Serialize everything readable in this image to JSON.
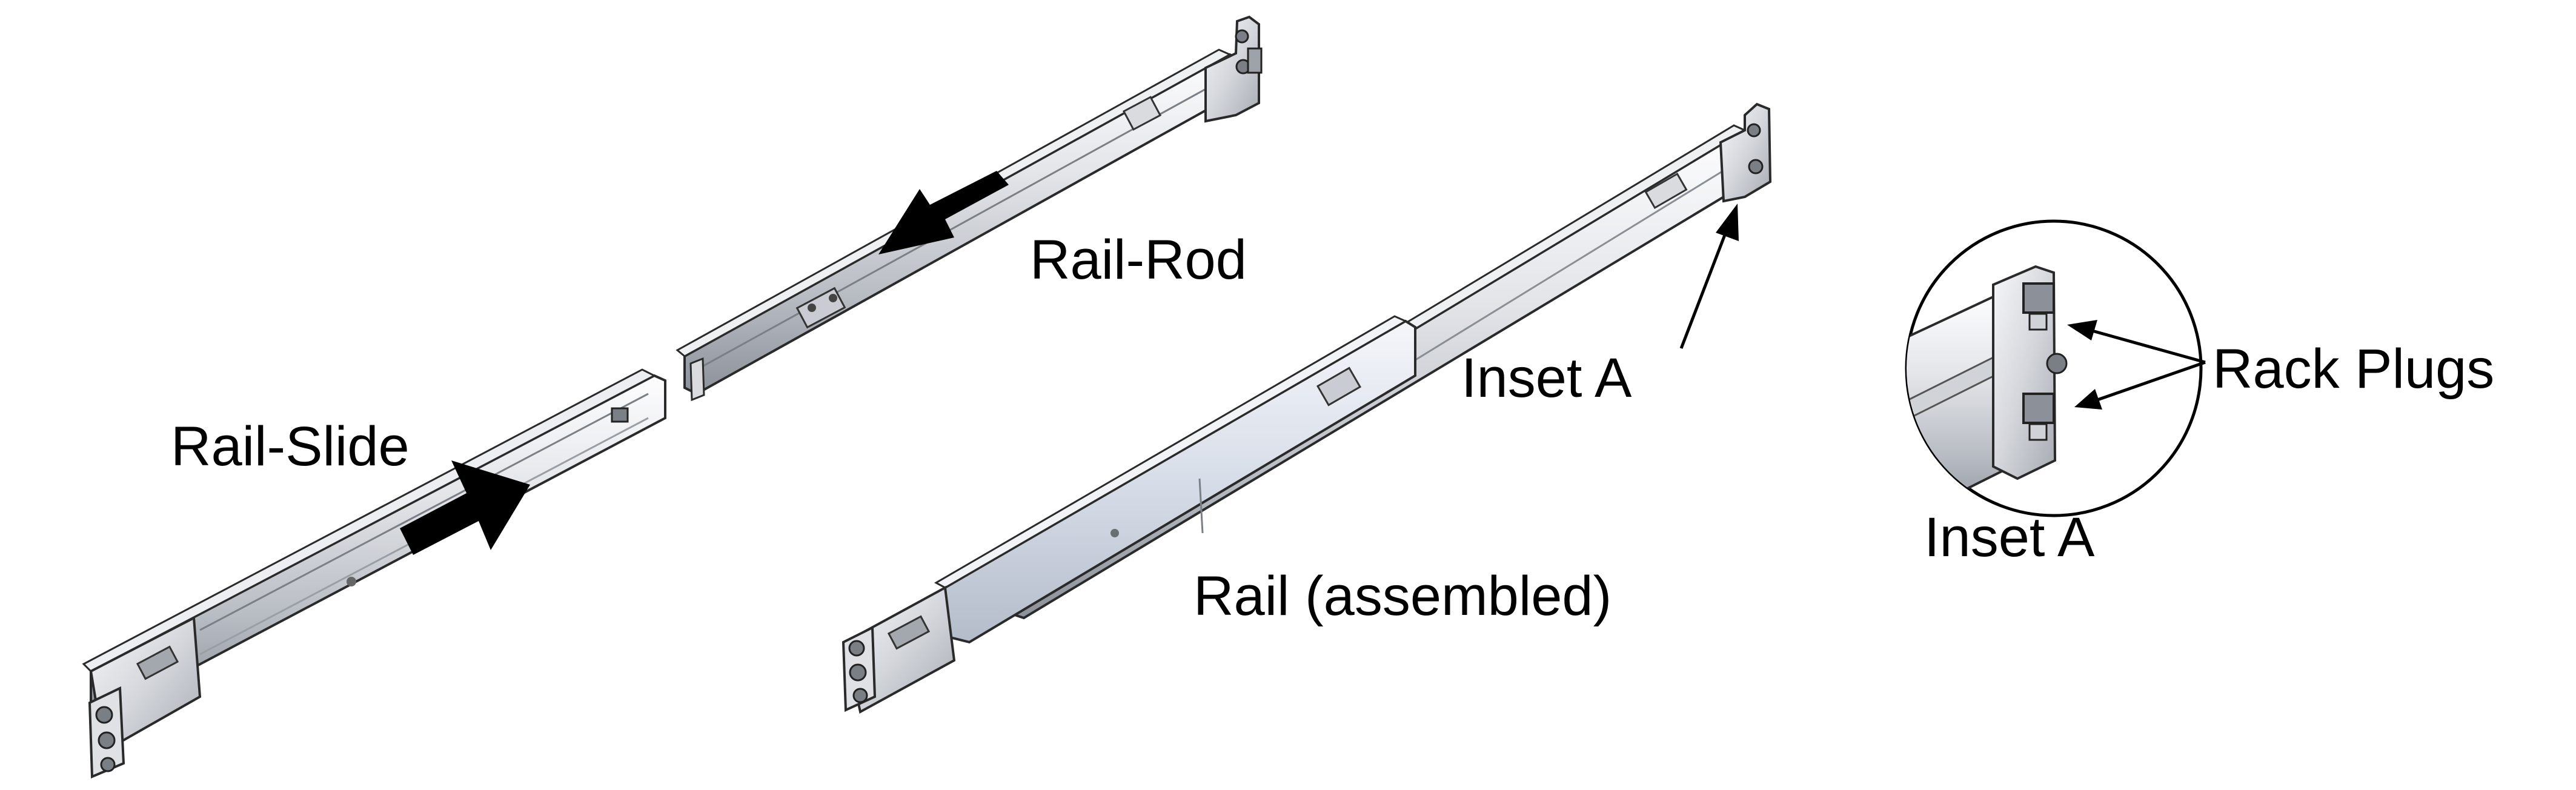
{
  "labels": {
    "rail_rod": "Rail-Rod",
    "rail_slide": "Rail-Slide",
    "rail_assembled": "Rail (assembled)",
    "inset_a_pointer": "Inset A",
    "rack_plugs": "Rack Plugs",
    "inset_a_caption": "Inset A"
  },
  "colors": {
    "metal_light": "#f4f5f7",
    "metal_mid": "#c9ccd2",
    "metal_dark": "#6b6f76",
    "outline": "#2a2a2a",
    "arrow_fill": "#000000"
  },
  "icons": {
    "rail_slide_arrow": "arrow-right-icon",
    "rail_rod_arrow": "arrow-left-icon"
  }
}
